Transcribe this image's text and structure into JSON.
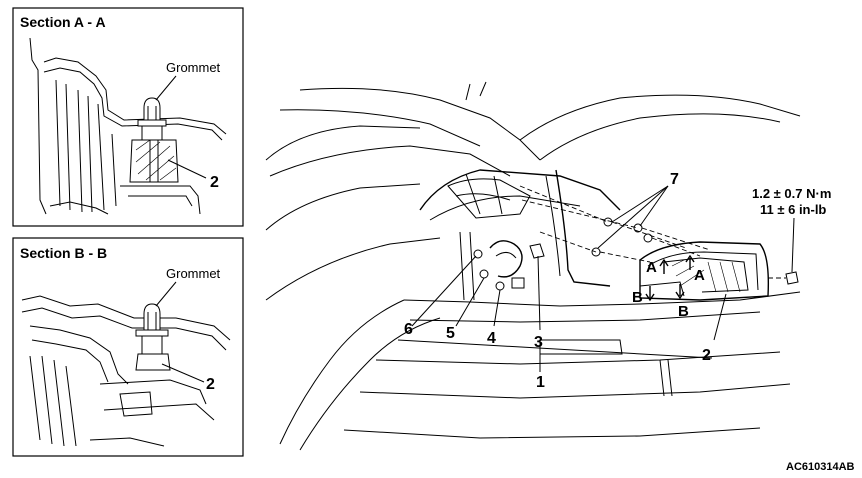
{
  "section_aa": {
    "title": "Section A - A",
    "grommet_label": "Grommet",
    "callout": "2"
  },
  "section_bb": {
    "title": "Section B - B",
    "grommet_label": "Grommet",
    "callout": "2"
  },
  "main_view": {
    "callouts": {
      "c1": "1",
      "c2": "2",
      "c3": "3",
      "c4": "4",
      "c5": "5",
      "c6": "6",
      "c7": "7"
    },
    "section_markers": {
      "a_left": "A",
      "a_right": "A",
      "b_left": "B",
      "b_right": "B"
    },
    "torque": {
      "metric": "1.2 ± 0.7 N·m",
      "imperial": "11 ± 6 in-lb"
    }
  },
  "figure_code": "AC610314AB"
}
